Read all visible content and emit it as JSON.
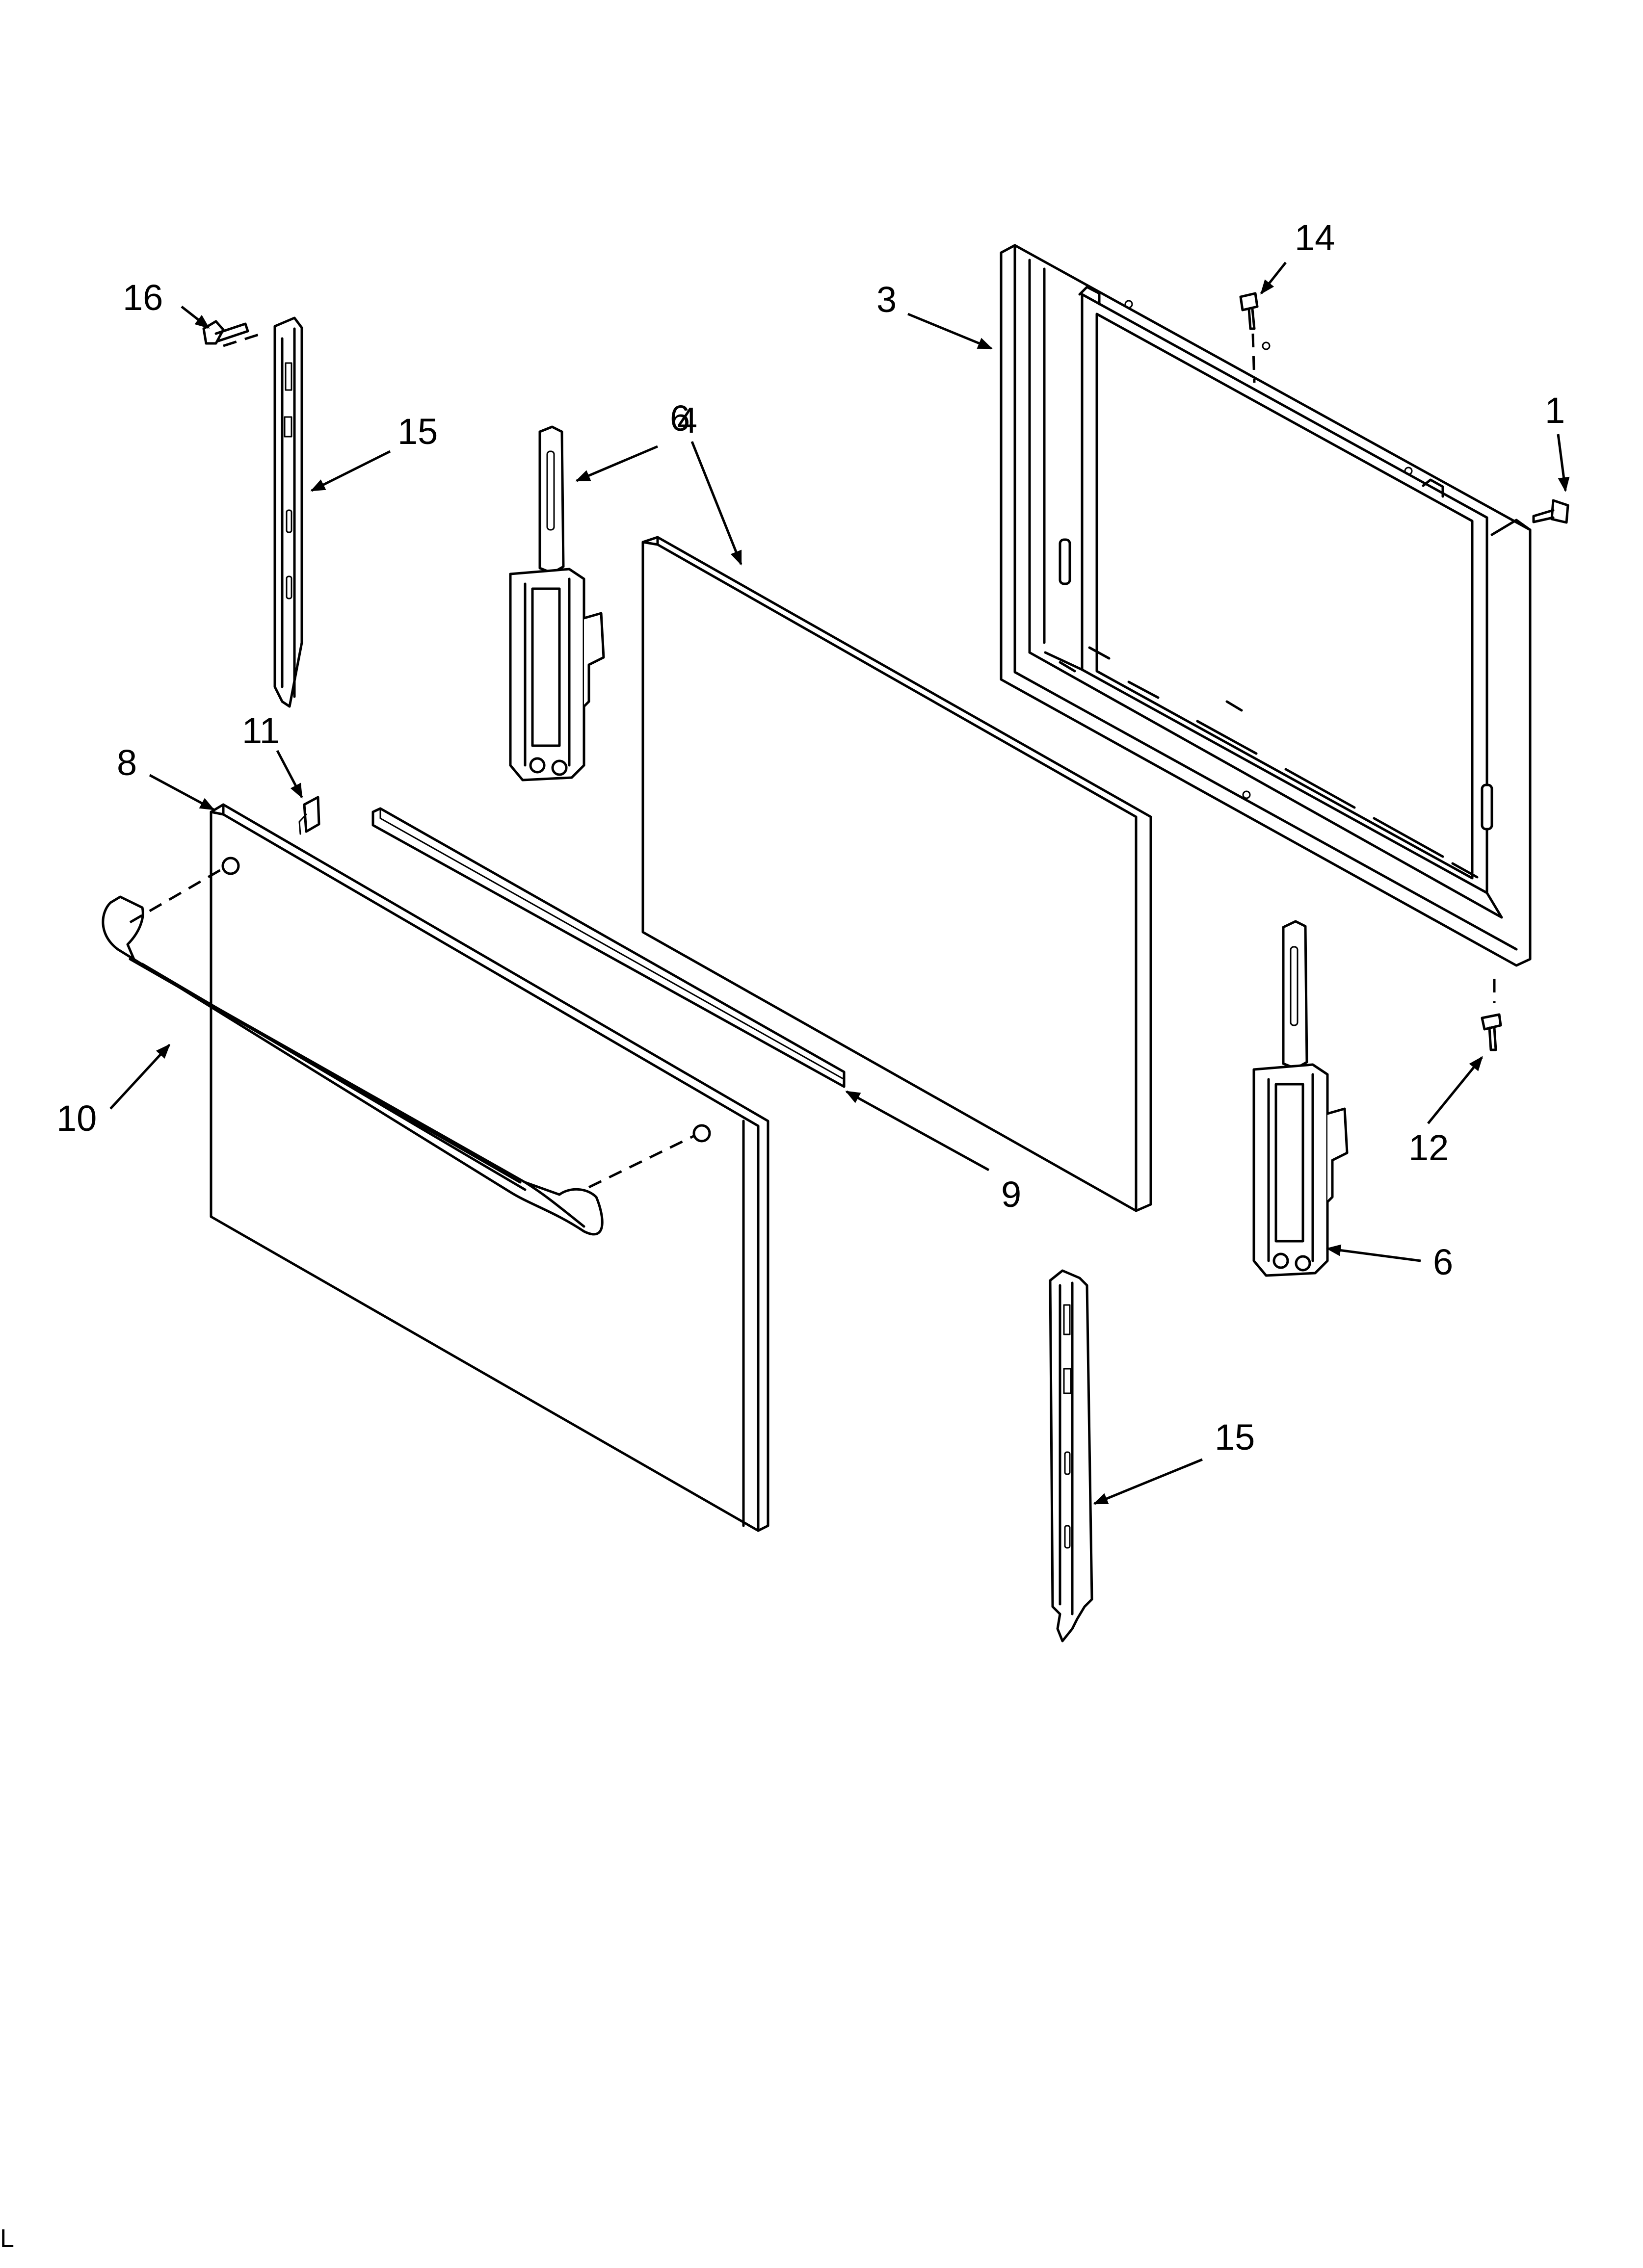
{
  "diagram": {
    "callouts": [
      {
        "id": "c1",
        "label": "1"
      },
      {
        "id": "c3",
        "label": "3"
      },
      {
        "id": "c4",
        "label": "4"
      },
      {
        "id": "c6a",
        "label": "6"
      },
      {
        "id": "c6b",
        "label": "6"
      },
      {
        "id": "c8",
        "label": "8"
      },
      {
        "id": "c9",
        "label": "9"
      },
      {
        "id": "c10",
        "label": "10"
      },
      {
        "id": "c11",
        "label": "11"
      },
      {
        "id": "c12",
        "label": "12"
      },
      {
        "id": "c14",
        "label": "14"
      },
      {
        "id": "c15a",
        "label": "15"
      },
      {
        "id": "c15b",
        "label": "15"
      },
      {
        "id": "c16",
        "label": "16"
      }
    ],
    "footer_mark": "L"
  }
}
